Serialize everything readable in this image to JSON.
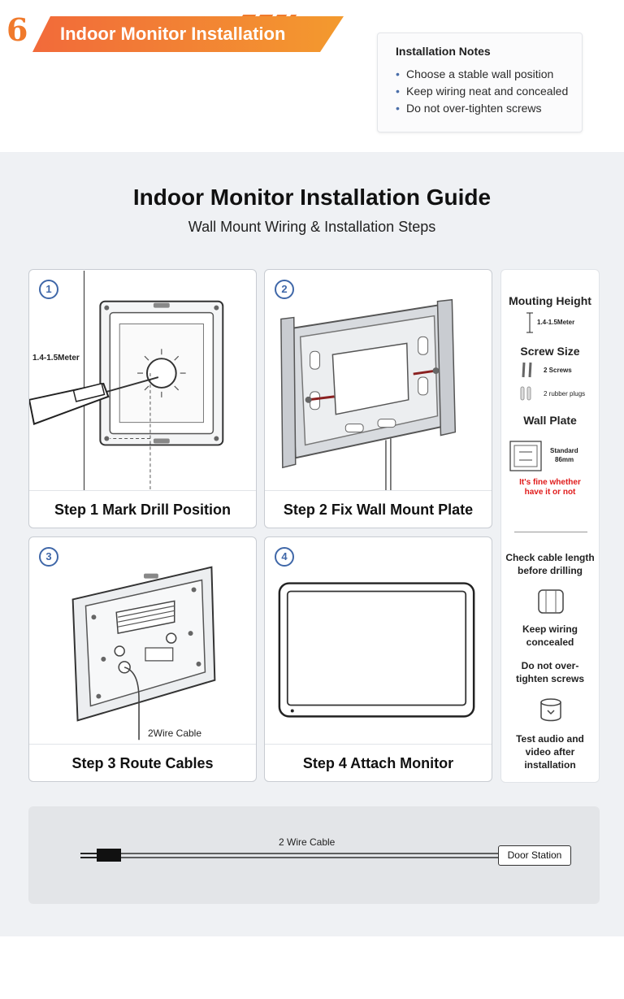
{
  "header": {
    "section_number": "6",
    "banner_title": "Indoor Monitor Installation",
    "accent_color": "#f07a2c"
  },
  "notes": {
    "title": "Installation Notes",
    "items": [
      "Choose a stable wall position",
      "Keep wiring neat and concealed",
      "Do not over-tighten screws"
    ]
  },
  "guide": {
    "title": "Indoor Monitor Installation Guide",
    "subtitle": "Wall Mount Wiring & Installation Steps"
  },
  "steps": [
    {
      "number": "1",
      "label": "Step 1 Mark Drill Position",
      "annotation": "1.4-1.5Meter"
    },
    {
      "number": "2",
      "label": "Step 2 Fix Wall Mount Plate"
    },
    {
      "number": "3",
      "label": "Step 3 Route Cables",
      "annotation": "2Wire Cable"
    },
    {
      "number": "4",
      "label": "Step 4 Attach Monitor"
    }
  ],
  "sidebar": {
    "height_title": "Mouting Height",
    "height_value": "1.4-1.5Meter",
    "screw_title": "Screw Size",
    "screws": "2 Screws",
    "plugs": "2 rubber plugs",
    "plate_title": "Wall Plate",
    "plate_standard": "Standard",
    "plate_size": "86mm",
    "plate_note_1": "It's fine whether",
    "plate_note_2": "have it or not",
    "tip1_line1": "Check cable length",
    "tip1_line2": "before drilling",
    "tip2_line1": "Keep wiring",
    "tip2_line2": "concealed",
    "tip3_line1": "Do not over-",
    "tip3_line2": "tighten screws",
    "tip4_line1": "Test audio and",
    "tip4_line2": "video after",
    "tip4_line3": "installation"
  },
  "cable": {
    "label": "2 Wire Cable",
    "destination": "Door Station"
  }
}
